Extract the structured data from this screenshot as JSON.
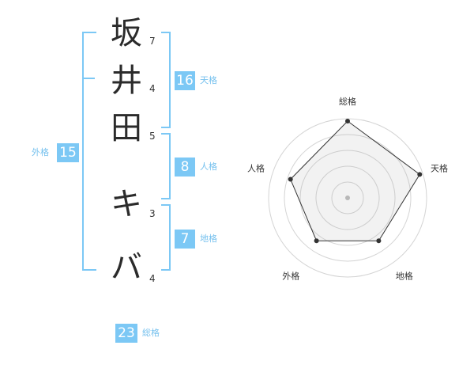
{
  "colors": {
    "accent": "#7cc8f5",
    "accent_text": "#76c1ee",
    "char": "#2b2b2b"
  },
  "characters": [
    {
      "char": "坂",
      "strokes": "7"
    },
    {
      "char": "井",
      "strokes": "4"
    },
    {
      "char": "田",
      "strokes": "5"
    },
    {
      "char": "キ",
      "strokes": "3"
    },
    {
      "char": "バ",
      "strokes": "4"
    }
  ],
  "kaku": {
    "tenkaku": {
      "value": "16",
      "label": "天格"
    },
    "jinkaku": {
      "value": "8",
      "label": "人格"
    },
    "chikaku": {
      "value": "7",
      "label": "地格"
    },
    "gaikaku": {
      "value": "15",
      "label": "外格"
    },
    "soukaku": {
      "value": "23",
      "label": "総格"
    }
  },
  "chart_data": {
    "type": "radar",
    "axes": [
      "総格",
      "天格",
      "地格",
      "外格",
      "人格"
    ],
    "values": [
      0.97,
      0.96,
      0.67,
      0.67,
      0.76
    ],
    "range": [
      0,
      1
    ],
    "rings": 5
  }
}
